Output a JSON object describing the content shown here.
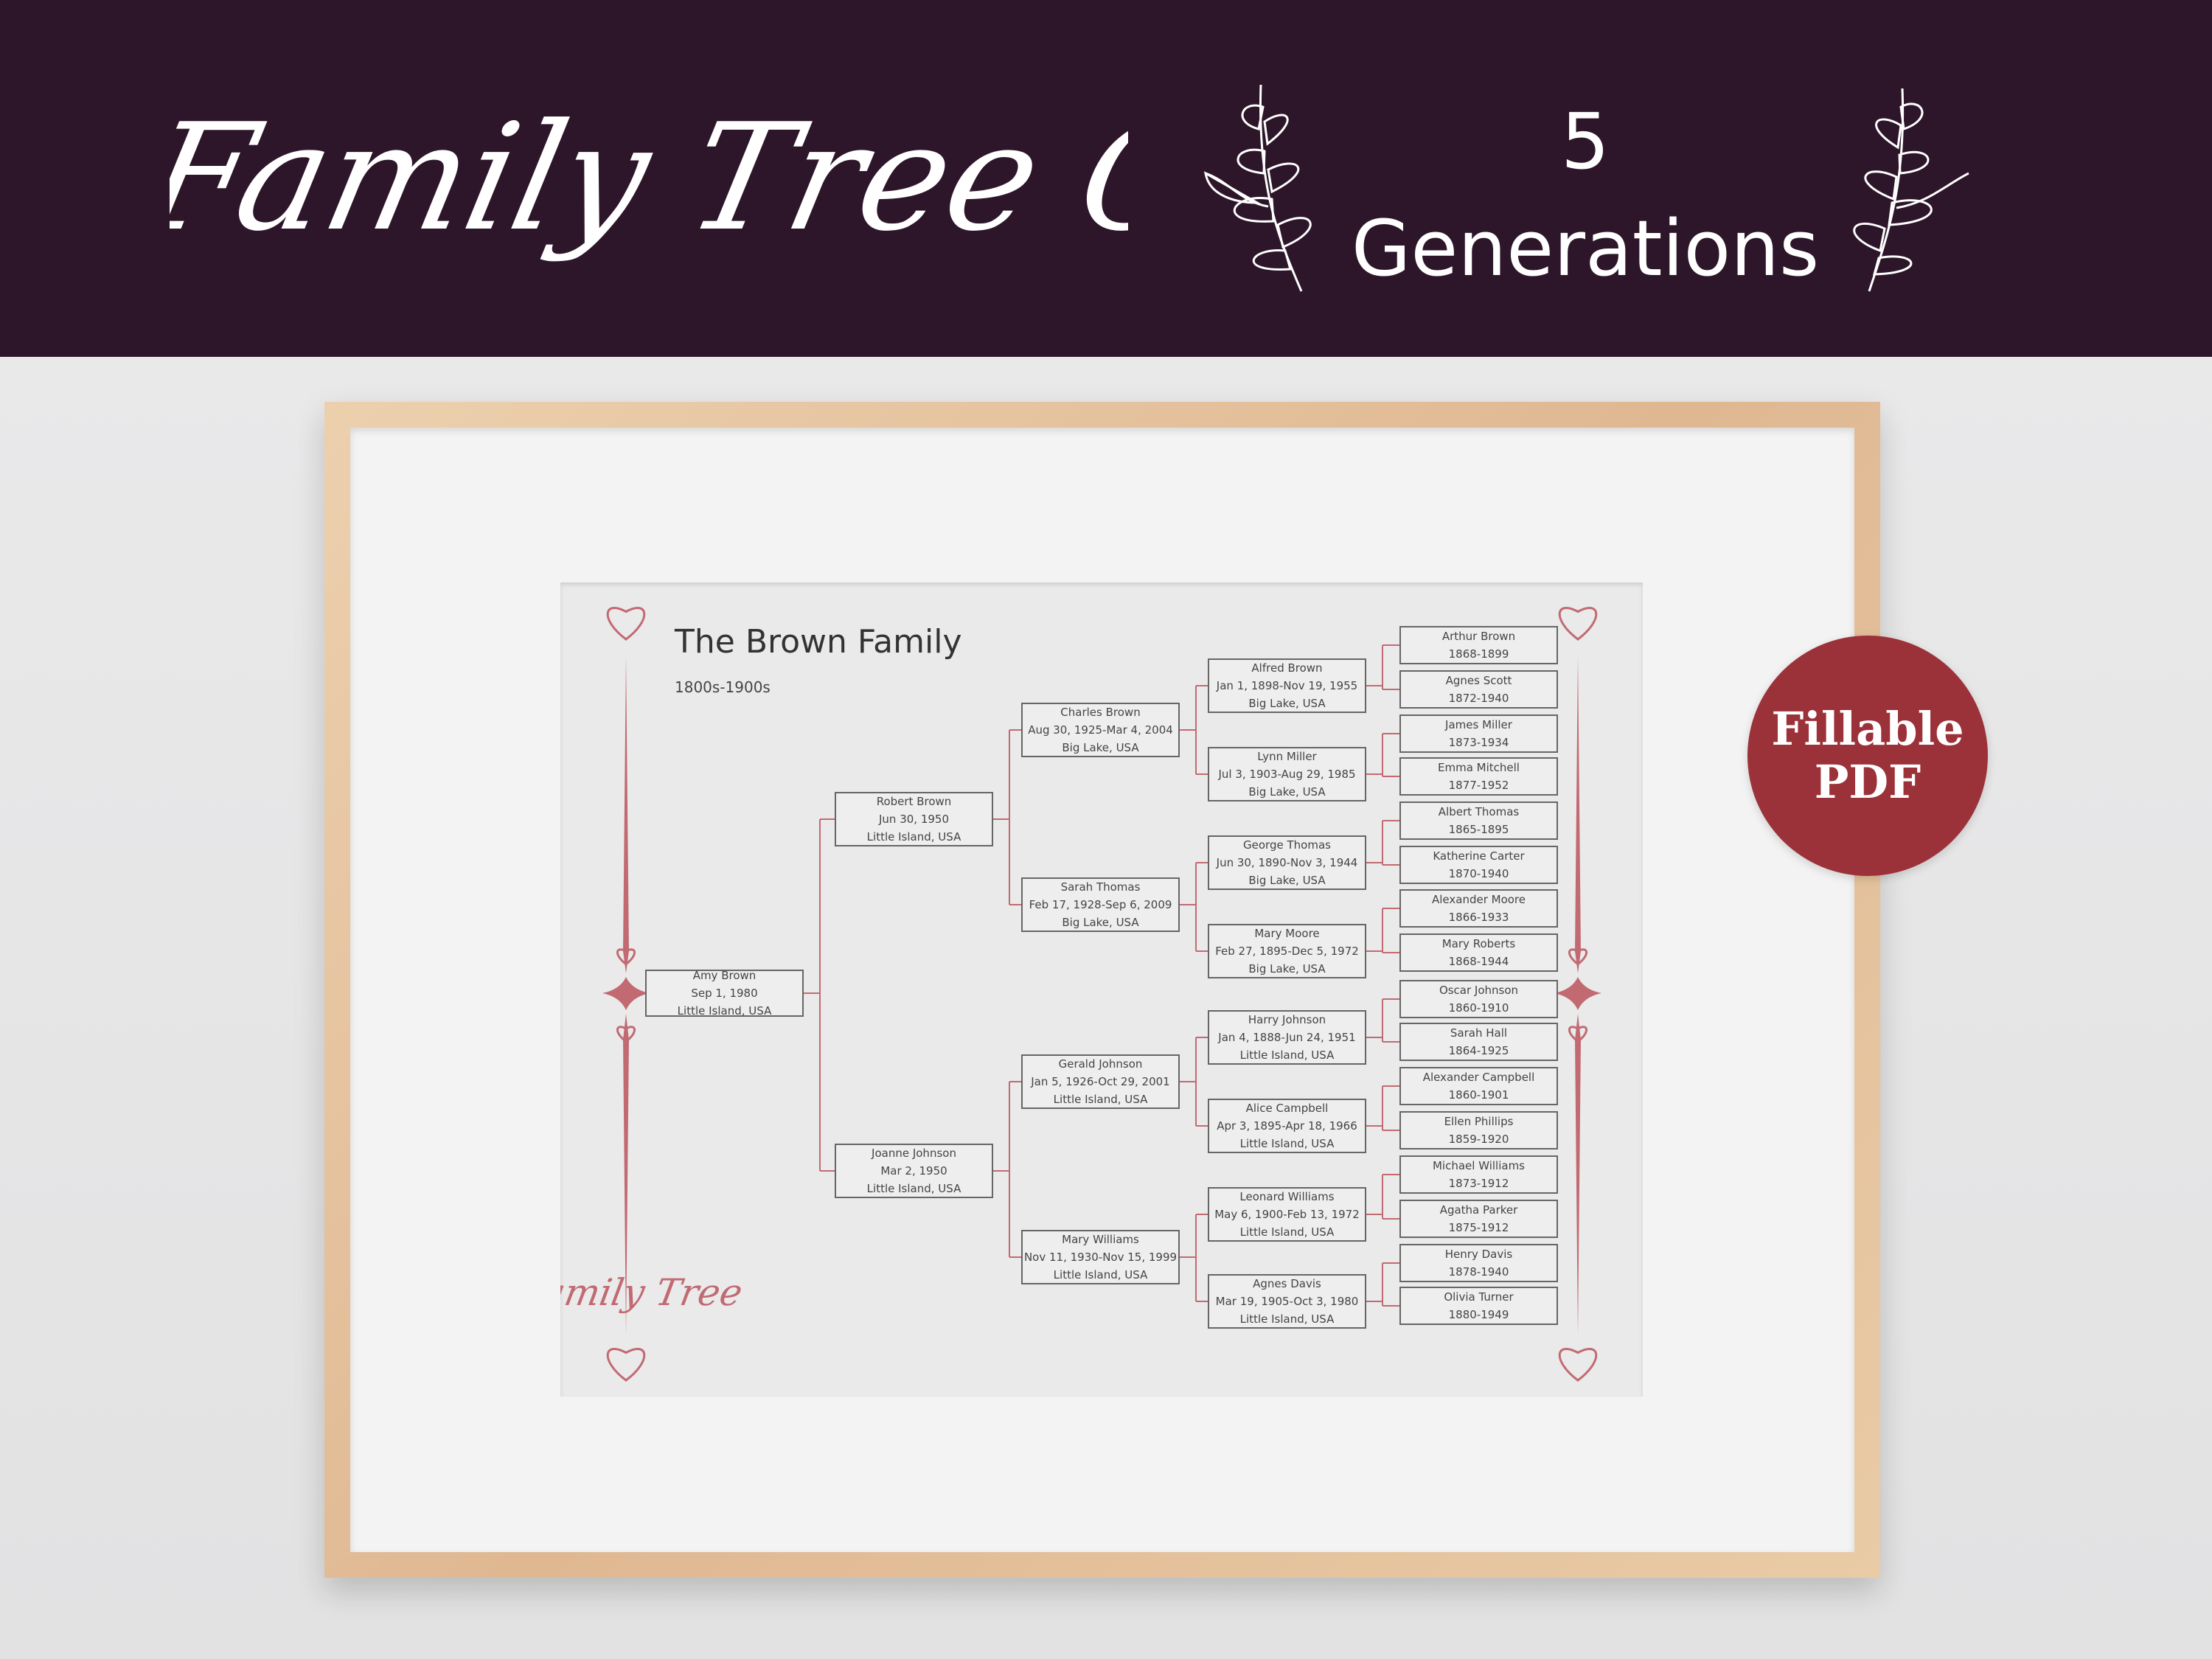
{
  "banner": {
    "title": "Family Tree Chart",
    "subtitle_line1": "5",
    "subtitle_line2": "Generations"
  },
  "badge": {
    "line1": "Fillable",
    "line2": "PDF"
  },
  "colors": {
    "banner_bg": "#2d1629",
    "accent": "#c26a72",
    "badge_bg": "#9c3239"
  },
  "chart": {
    "title": "The Brown Family",
    "subtitle": "1800s-1900s",
    "signature": "Family Tree",
    "generations": [
      [
        {
          "name": "Amy Brown",
          "dates": "Sep 1, 1980",
          "place": "Little Island, USA"
        }
      ],
      [
        {
          "name": "Robert Brown",
          "dates": "Jun 30, 1950",
          "place": "Little Island, USA"
        },
        {
          "name": "Joanne Johnson",
          "dates": "Mar 2, 1950",
          "place": "Little Island, USA"
        }
      ],
      [
        {
          "name": "Charles Brown",
          "dates": "Aug 30, 1925-Mar 4, 2004",
          "place": "Big Lake, USA"
        },
        {
          "name": "Sarah Thomas",
          "dates": "Feb 17, 1928-Sep 6, 2009",
          "place": "Big Lake, USA"
        },
        {
          "name": "Gerald Johnson",
          "dates": "Jan 5, 1926-Oct 29, 2001",
          "place": "Little Island, USA"
        },
        {
          "name": "Mary Williams",
          "dates": "Nov 11, 1930-Nov 15, 1999",
          "place": "Little Island, USA"
        }
      ],
      [
        {
          "name": "Alfred Brown",
          "dates": "Jan 1, 1898-Nov 19, 1955",
          "place": "Big Lake, USA"
        },
        {
          "name": "Lynn Miller",
          "dates": "Jul 3, 1903-Aug 29, 1985",
          "place": "Big Lake, USA"
        },
        {
          "name": "George Thomas",
          "dates": "Jun 30, 1890-Nov 3, 1944",
          "place": "Big Lake, USA"
        },
        {
          "name": "Mary Moore",
          "dates": "Feb 27, 1895-Dec 5, 1972",
          "place": "Big Lake, USA"
        },
        {
          "name": "Harry Johnson",
          "dates": "Jan 4, 1888-Jun 24, 1951",
          "place": "Little Island, USA"
        },
        {
          "name": "Alice Campbell",
          "dates": "Apr 3, 1895-Apr 18, 1966",
          "place": "Little Island, USA"
        },
        {
          "name": "Leonard Williams",
          "dates": "May 6, 1900-Feb 13, 1972",
          "place": "Little Island, USA"
        },
        {
          "name": "Agnes Davis",
          "dates": "Mar 19, 1905-Oct 3, 1980",
          "place": "Little Island, USA"
        }
      ],
      [
        {
          "name": "Arthur Brown",
          "dates": "1868-1899"
        },
        {
          "name": "Agnes Scott",
          "dates": "1872-1940"
        },
        {
          "name": "James Miller",
          "dates": "1873-1934"
        },
        {
          "name": "Emma Mitchell",
          "dates": "1877-1952"
        },
        {
          "name": "Albert Thomas",
          "dates": "1865-1895"
        },
        {
          "name": "Katherine Carter",
          "dates": "1870-1940"
        },
        {
          "name": "Alexander Moore",
          "dates": "1866-1933"
        },
        {
          "name": "Mary Roberts",
          "dates": "1868-1944"
        },
        {
          "name": "Oscar Johnson",
          "dates": "1860-1910"
        },
        {
          "name": "Sarah Hall",
          "dates": "1864-1925"
        },
        {
          "name": "Alexander Campbell",
          "dates": "1860-1901"
        },
        {
          "name": "Ellen Phillips",
          "dates": "1859-1920"
        },
        {
          "name": "Michael Williams",
          "dates": "1873-1912"
        },
        {
          "name": "Agatha Parker",
          "dates": "1875-1912"
        },
        {
          "name": "Henry Davis",
          "dates": "1878-1940"
        },
        {
          "name": "Olivia Turner",
          "dates": "1880-1949"
        }
      ]
    ]
  }
}
